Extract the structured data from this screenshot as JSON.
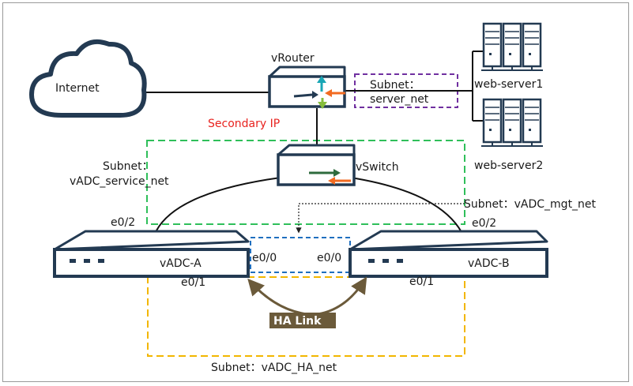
{
  "nodes": {
    "internet": "Internet",
    "vrouter": "vRouter",
    "vswitch": "vSwitch",
    "web_server_1": "web-server1",
    "web_server_2": "web-server2",
    "vadc_a": "vADC-A",
    "vadc_b": "vADC-B"
  },
  "labels": {
    "secondary_ip": "Secondary IP",
    "subnet_server_1": "Subnet：",
    "subnet_server_2": "server_net",
    "subnet_service_1": "Subnet：",
    "subnet_service_2": "vADC_service_net",
    "subnet_mgt": "Subnet：vADC_mgt_net",
    "subnet_ha": "Subnet：vADC_HA_net",
    "ha_link": "HA Link"
  },
  "ports": {
    "a_e0_2": "e0/2",
    "b_e0_2": "e0/2",
    "a_e0_0": "e0/0",
    "b_e0_0": "e0/0",
    "a_e0_1": "e0/1",
    "b_e0_1": "e0/1"
  },
  "colors": {
    "service_net": "#2fbf5a",
    "server_net": "#7030a0",
    "mgt_net": "#1f6fbf",
    "ha_net": "#f2b600",
    "ha_link": "#6b5a3a",
    "secondary_ip": "#e8231f",
    "device_stroke": "#233a52"
  }
}
